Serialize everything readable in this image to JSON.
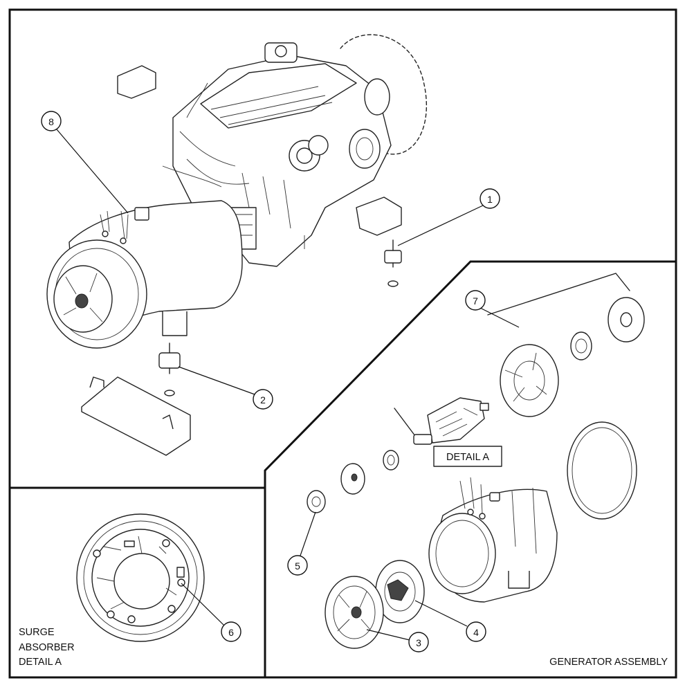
{
  "callouts": [
    {
      "number": "1"
    },
    {
      "number": "2"
    },
    {
      "number": "3"
    },
    {
      "number": "4"
    },
    {
      "number": "5"
    },
    {
      "number": "6"
    },
    {
      "number": "7"
    },
    {
      "number": "8"
    }
  ],
  "labels": {
    "detail_a_tag": "DETAIL A",
    "surge_absorber_line1": "SURGE",
    "surge_absorber_line2": "ABSORBER",
    "surge_absorber_line3": "DETAIL A",
    "generator_assembly": "GENERATOR ASSEMBLY"
  }
}
